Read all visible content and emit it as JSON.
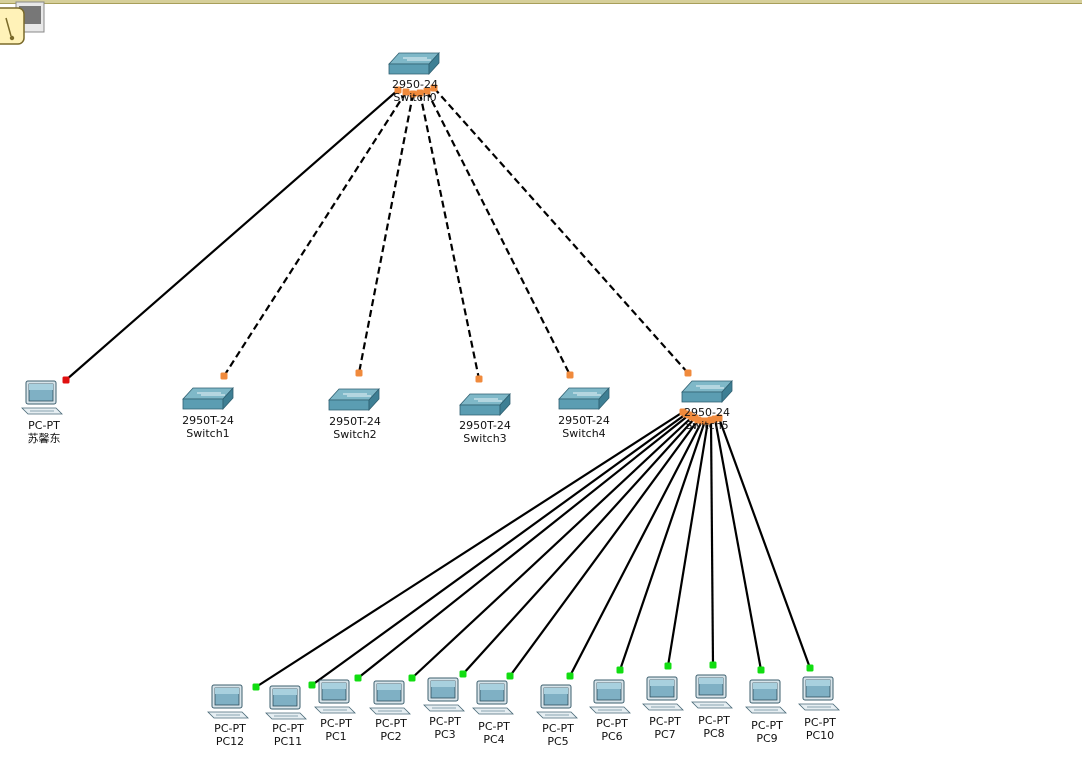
{
  "colors": {
    "link_copper": "#000000",
    "port_up": "#11dd11",
    "port_pending": "#f08a3c",
    "port_down": "#e01010",
    "switch_top": "#7fb8c8",
    "switch_side": "#3e7f94",
    "pc_monitor": "#7fb0c4"
  },
  "devices": {
    "sw0": {
      "model": "2950-24",
      "name": "Switch0",
      "kind": "switch"
    },
    "sw1": {
      "model": "2950T-24",
      "name": "Switch1",
      "kind": "switch"
    },
    "sw2": {
      "model": "2950T-24",
      "name": "Switch2",
      "kind": "switch"
    },
    "sw3": {
      "model": "2950T-24",
      "name": "Switch3",
      "kind": "switch"
    },
    "sw4": {
      "model": "2950T-24",
      "name": "Switch4",
      "kind": "switch"
    },
    "sw5": {
      "model": "2950-24",
      "name": "Switch5",
      "kind": "switch"
    },
    "pcx": {
      "model": "PC-PT",
      "name": "苏馨东",
      "kind": "pc"
    },
    "pc12": {
      "model": "PC-PT",
      "name": "PC12",
      "kind": "pc"
    },
    "pc11": {
      "model": "PC-PT",
      "name": "PC11",
      "kind": "pc"
    },
    "pc1": {
      "model": "PC-PT",
      "name": "PC1",
      "kind": "pc"
    },
    "pc2": {
      "model": "PC-PT",
      "name": "PC2",
      "kind": "pc"
    },
    "pc3": {
      "model": "PC-PT",
      "name": "PC3",
      "kind": "pc"
    },
    "pc4": {
      "model": "PC-PT",
      "name": "PC4",
      "kind": "pc"
    },
    "pc5": {
      "model": "PC-PT",
      "name": "PC5",
      "kind": "pc"
    },
    "pc6": {
      "model": "PC-PT",
      "name": "PC6",
      "kind": "pc"
    },
    "pc7": {
      "model": "PC-PT",
      "name": "PC7",
      "kind": "pc"
    },
    "pc8": {
      "model": "PC-PT",
      "name": "PC8",
      "kind": "pc"
    },
    "pc9": {
      "model": "PC-PT",
      "name": "PC9",
      "kind": "pc"
    },
    "pc10": {
      "model": "PC-PT",
      "name": "PC10",
      "kind": "pc"
    }
  },
  "links": [
    {
      "from": "sw0",
      "to": "pcx",
      "style": "straight",
      "from_state": "pending",
      "to_state": "down"
    },
    {
      "from": "sw0",
      "to": "sw1",
      "style": "crossover",
      "from_state": "pending",
      "to_state": "pending"
    },
    {
      "from": "sw0",
      "to": "sw2",
      "style": "crossover",
      "from_state": "pending",
      "to_state": "pending"
    },
    {
      "from": "sw0",
      "to": "sw3",
      "style": "crossover",
      "from_state": "pending",
      "to_state": "pending"
    },
    {
      "from": "sw0",
      "to": "sw4",
      "style": "crossover",
      "from_state": "pending",
      "to_state": "pending"
    },
    {
      "from": "sw0",
      "to": "sw5",
      "style": "crossover",
      "from_state": "pending",
      "to_state": "pending"
    },
    {
      "from": "sw5",
      "to": "pc12",
      "style": "straight",
      "from_state": "pending",
      "to_state": "up"
    },
    {
      "from": "sw5",
      "to": "pc11",
      "style": "straight",
      "from_state": "pending",
      "to_state": "up"
    },
    {
      "from": "sw5",
      "to": "pc1",
      "style": "straight",
      "from_state": "pending",
      "to_state": "up"
    },
    {
      "from": "sw5",
      "to": "pc2",
      "style": "straight",
      "from_state": "pending",
      "to_state": "up"
    },
    {
      "from": "sw5",
      "to": "pc3",
      "style": "straight",
      "from_state": "pending",
      "to_state": "up"
    },
    {
      "from": "sw5",
      "to": "pc4",
      "style": "straight",
      "from_state": "pending",
      "to_state": "up"
    },
    {
      "from": "sw5",
      "to": "pc5",
      "style": "straight",
      "from_state": "pending",
      "to_state": "up"
    },
    {
      "from": "sw5",
      "to": "pc6",
      "style": "straight",
      "from_state": "pending",
      "to_state": "up"
    },
    {
      "from": "sw5",
      "to": "pc7",
      "style": "straight",
      "from_state": "pending",
      "to_state": "up"
    },
    {
      "from": "sw5",
      "to": "pc8",
      "style": "straight",
      "from_state": "pending",
      "to_state": "up"
    },
    {
      "from": "sw5",
      "to": "pc9",
      "style": "straight",
      "from_state": "pending",
      "to_state": "up"
    },
    {
      "from": "sw5",
      "to": "pc10",
      "style": "straight",
      "from_state": "pending",
      "to_state": "up"
    }
  ]
}
